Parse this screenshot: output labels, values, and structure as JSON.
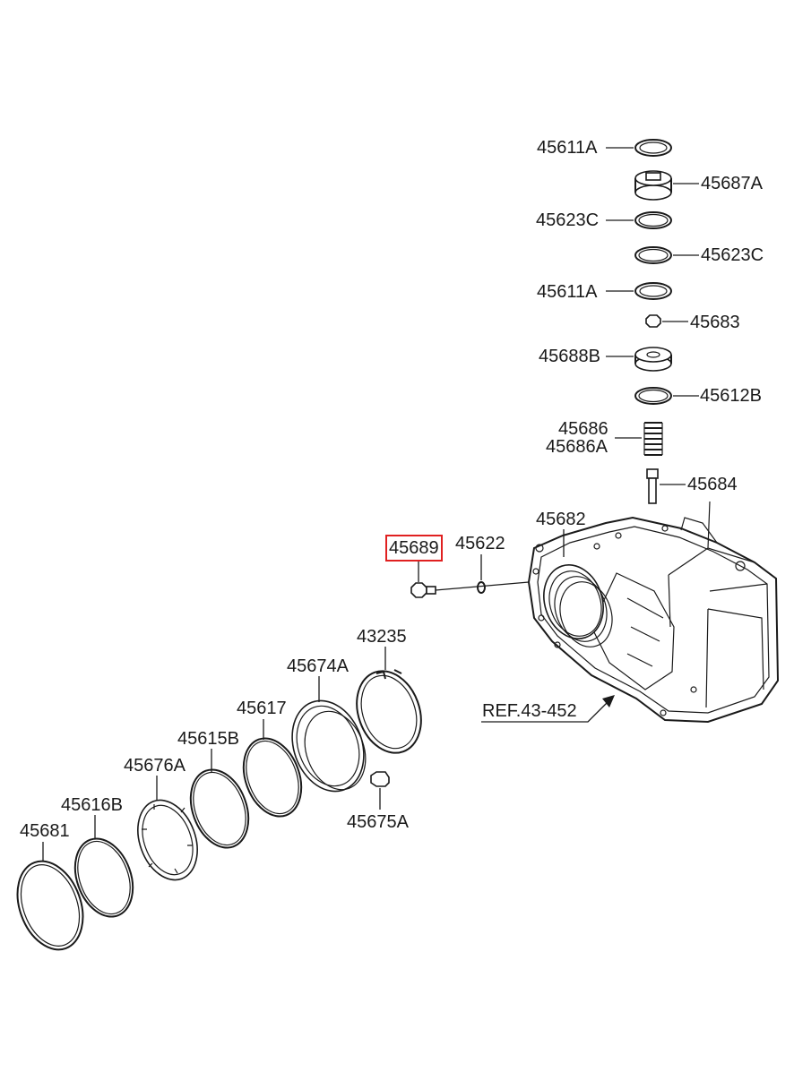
{
  "labels": {
    "p45611A_top": "45611A",
    "p45687A": "45687A",
    "p45623C_left": "45623C",
    "p45623C_right": "45623C",
    "p45611A_mid": "45611A",
    "p45683": "45683",
    "p45688B": "45688B",
    "p45612B": "45612B",
    "p45686": "45686",
    "p45686A": "45686A",
    "p45684": "45684",
    "p45682": "45682",
    "p45689": "45689",
    "p45622": "45622",
    "p43235": "43235",
    "p45674A": "45674A",
    "p45617": "45617",
    "p45615B": "45615B",
    "p45676A": "45676A",
    "p45616B": "45616B",
    "p45681": "45681",
    "p45675A": "45675A",
    "ref": "REF.43-452"
  },
  "highlight": {
    "part": "45689",
    "color": "#e02020"
  }
}
